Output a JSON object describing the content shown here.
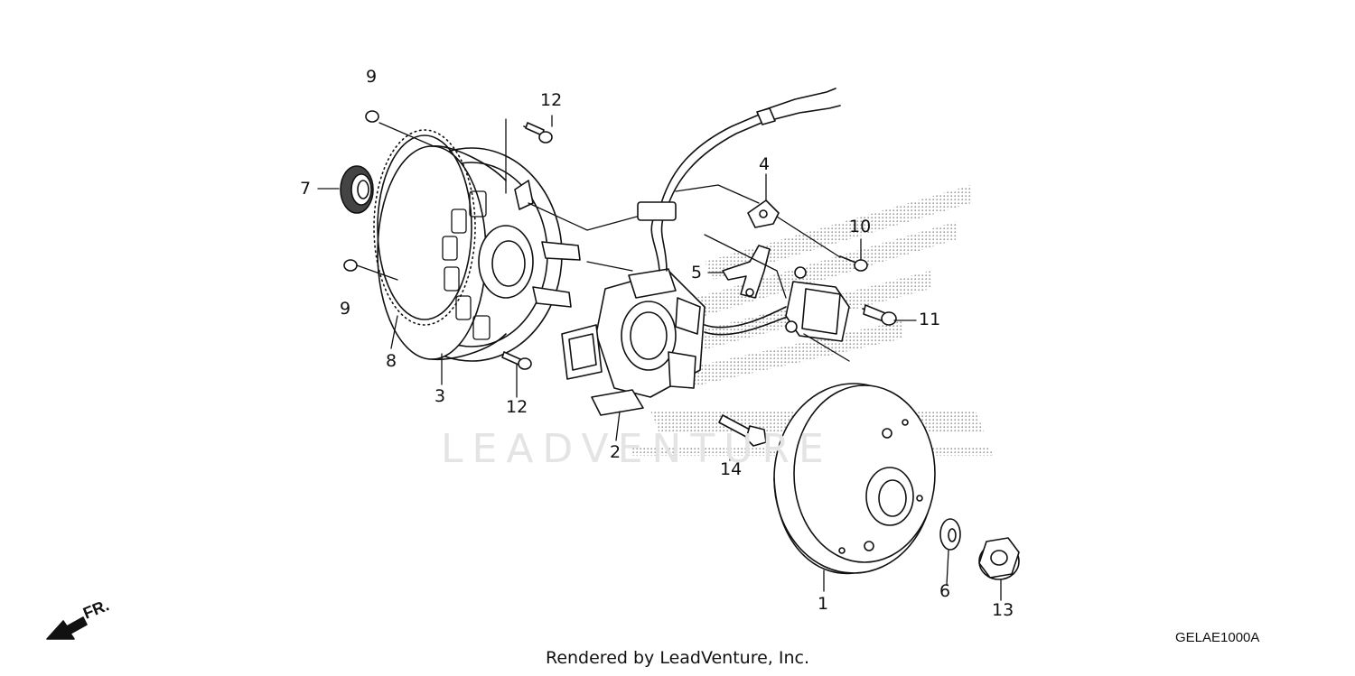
{
  "callouts": {
    "c1": "1",
    "c2": "2",
    "c3": "3",
    "c4": "4",
    "c5": "5",
    "c6": "6",
    "c7": "7",
    "c8": "8",
    "c9a": "9",
    "c9b": "9",
    "c10": "10",
    "c11": "11",
    "c12a": "12",
    "c12b": "12",
    "c13": "13",
    "c14": "14"
  },
  "direction_label": "FR.",
  "watermark": "LEADVENTURE",
  "diagram_code": "GELAE1000A",
  "footer": "Rendered by LeadVenture, Inc.",
  "colors": {
    "ink": "#111111",
    "watermark": "#e4e4e4",
    "dots": "#9a9a9a"
  },
  "icons": {
    "direction": "arrow-down-left-icon"
  }
}
